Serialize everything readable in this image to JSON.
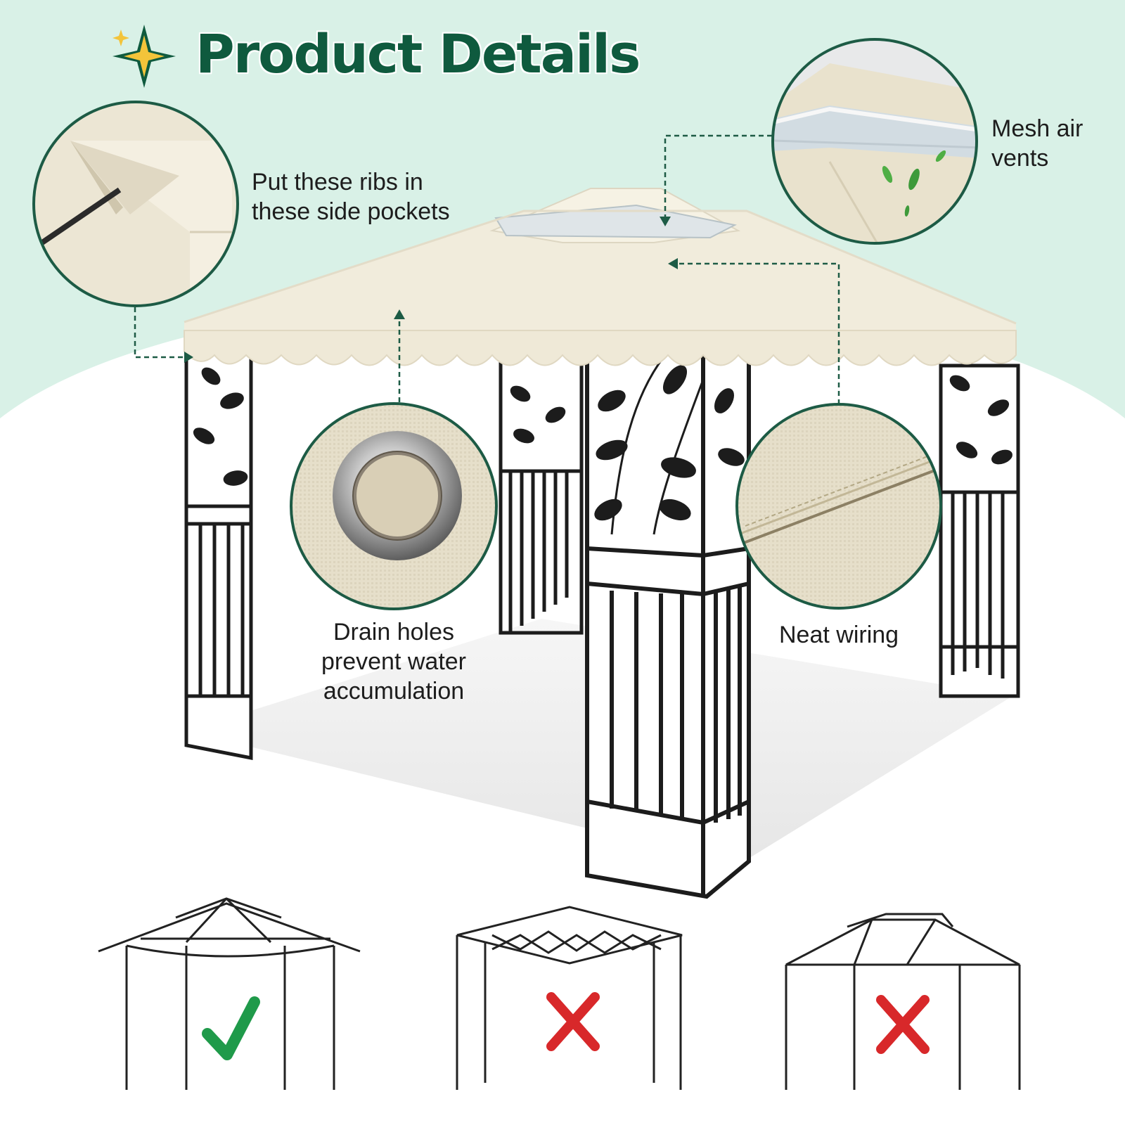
{
  "header": {
    "title": "Product Details"
  },
  "callouts": {
    "ribs": {
      "line1": "Put these ribs in",
      "line2": "these side pockets"
    },
    "vents": {
      "line1": "Mesh air",
      "line2": "vents"
    },
    "drain": {
      "line1": "Drain holes",
      "line2": "prevent water",
      "line3": "accumulation"
    },
    "wiring": {
      "line1": "Neat wiring"
    }
  },
  "compatibility": [
    {
      "frame": "double-tier-scalloped-frame",
      "mark": "check-icon",
      "fits": true
    },
    {
      "frame": "flat-top-pop-up-frame",
      "mark": "cross-icon",
      "fits": false
    },
    {
      "frame": "peaked-roof-frame",
      "mark": "cross-icon",
      "fits": false
    }
  ],
  "colors": {
    "background_top": "#d9f1e7",
    "title": "#0f5a3e",
    "canopy": "#f1ecdc",
    "frame": "#1c1c1c",
    "leader_line": "#1d5b45",
    "check": "#1f9a4a",
    "cross": "#d8282a",
    "sparkle": "#f3c43a"
  }
}
